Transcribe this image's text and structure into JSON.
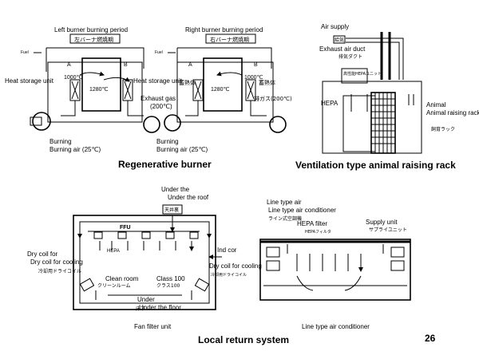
{
  "page_number": "26",
  "regenerative_burner": {
    "caption": "Regenerative burner",
    "left_period_label": "Left burner burning period",
    "left_period_jp": "左バーナ燃焼期",
    "right_period_label": "Right burner burning period",
    "right_period_jp": "右バーナ燃焼期",
    "fuel": "Fuel",
    "port_a": "A",
    "port_b": "B",
    "temp_1000": "1000℃",
    "temp_1280": "1280℃",
    "heat_storage_unit": "Heat storage unit",
    "heat_storage_jp": "蓄熱体",
    "exhaust_gas": "Exhaust gas",
    "exhaust_temp": "(200℃)",
    "exhaust_jp": "排ガス(200℃)",
    "burning_air": "Burning air (25℃)"
  },
  "ventilation_rack": {
    "caption": "Ventilation type animal raising rack",
    "air_supply": "Air supply",
    "air_supply_jp": "給気",
    "exhaust_duct": "Exhaust air duct",
    "exhaust_duct_jp": "排気ダクト",
    "hepa_jp": "高性能HEPAユニット",
    "hepa": "HEPA",
    "rack": "Animal raising rack",
    "rack_jp": "飼育ラック"
  },
  "fan_filter_unit": {
    "caption": "Fan filter unit",
    "under_roof": "Under the roof",
    "under_roof_jp": "天井裏",
    "ffu": "FFU",
    "hepa": "HEPA",
    "dry_coil": "Dry coil for cooling",
    "dry_coil_jp": "冷却用ドライコイル",
    "ind_coil": "Ind cor",
    "dry_coil_right": "Dry coil for cooling",
    "dry_coil_right_jp": "冷却用ドライコイル",
    "clean_room": "Clean room",
    "clean_room_jp": "クリーンルーム",
    "class": "Class 100",
    "class_jp": "クラス100",
    "under_floor": "Under the floor",
    "under_floor_jp": "床下"
  },
  "line_type": {
    "caption": "Line type air conditioner",
    "conditioner": "Line type air conditioner",
    "conditioner_jp": "ライン式空調機",
    "hepa": "HEPA filter",
    "hepa_jp": "HEPAフィルタ",
    "supply": "Supply unit",
    "supply_jp": "サプライユニット"
  },
  "bottom_caption": "Local return system"
}
